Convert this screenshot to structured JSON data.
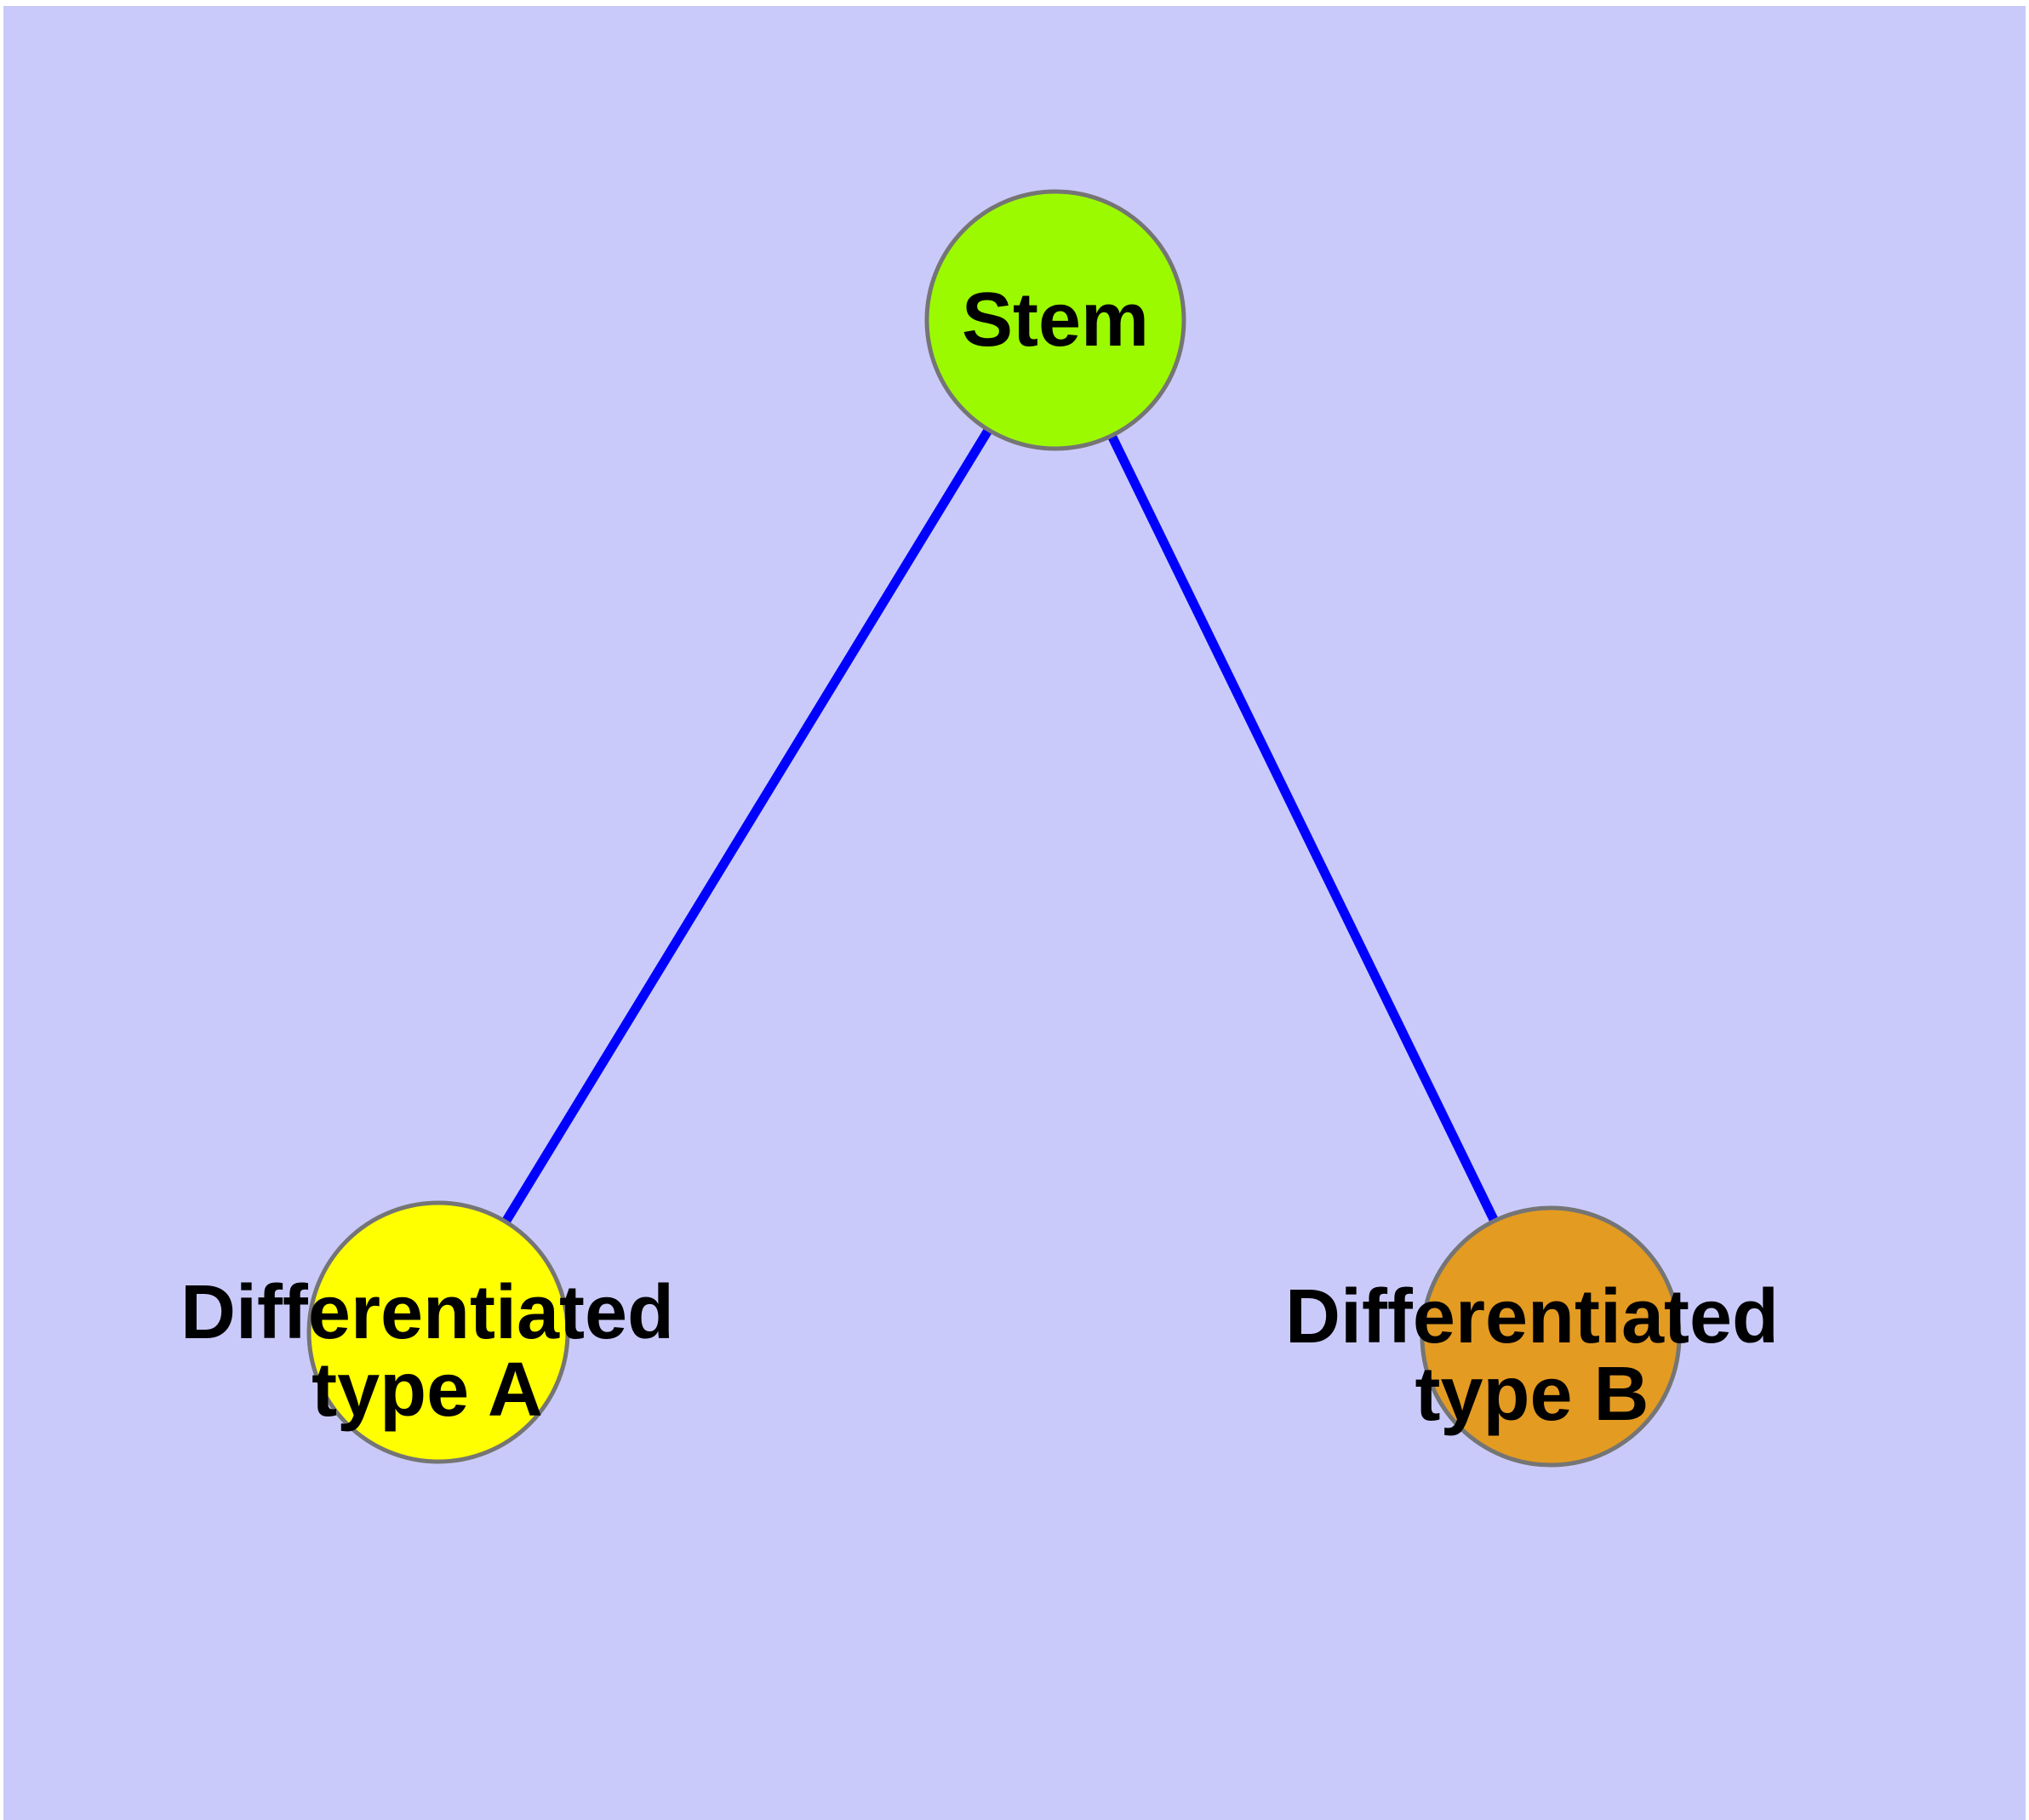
{
  "diagram": {
    "type": "graph",
    "background_color": "#CACAFA",
    "edge_color": "#0000FF",
    "node_border_color": "#757575",
    "label_color": "#000000",
    "nodes": [
      {
        "id": "stem",
        "label": "Stem",
        "lines": [
          "Stem"
        ],
        "color": "#9BFA00"
      },
      {
        "id": "differentiated-type-a",
        "label": "Differentiated type A",
        "lines": [
          "Differentiated",
          "type A"
        ],
        "color": "#FFFF00"
      },
      {
        "id": "differentiated-type-b",
        "label": "Differentiated type B",
        "lines": [
          "Differentiated",
          "type B"
        ],
        "color": "#E49B21"
      }
    ],
    "edges": [
      {
        "from": "Stem",
        "to": "Differentiated type A"
      },
      {
        "from": "Stem",
        "to": "Differentiated type B"
      }
    ]
  }
}
